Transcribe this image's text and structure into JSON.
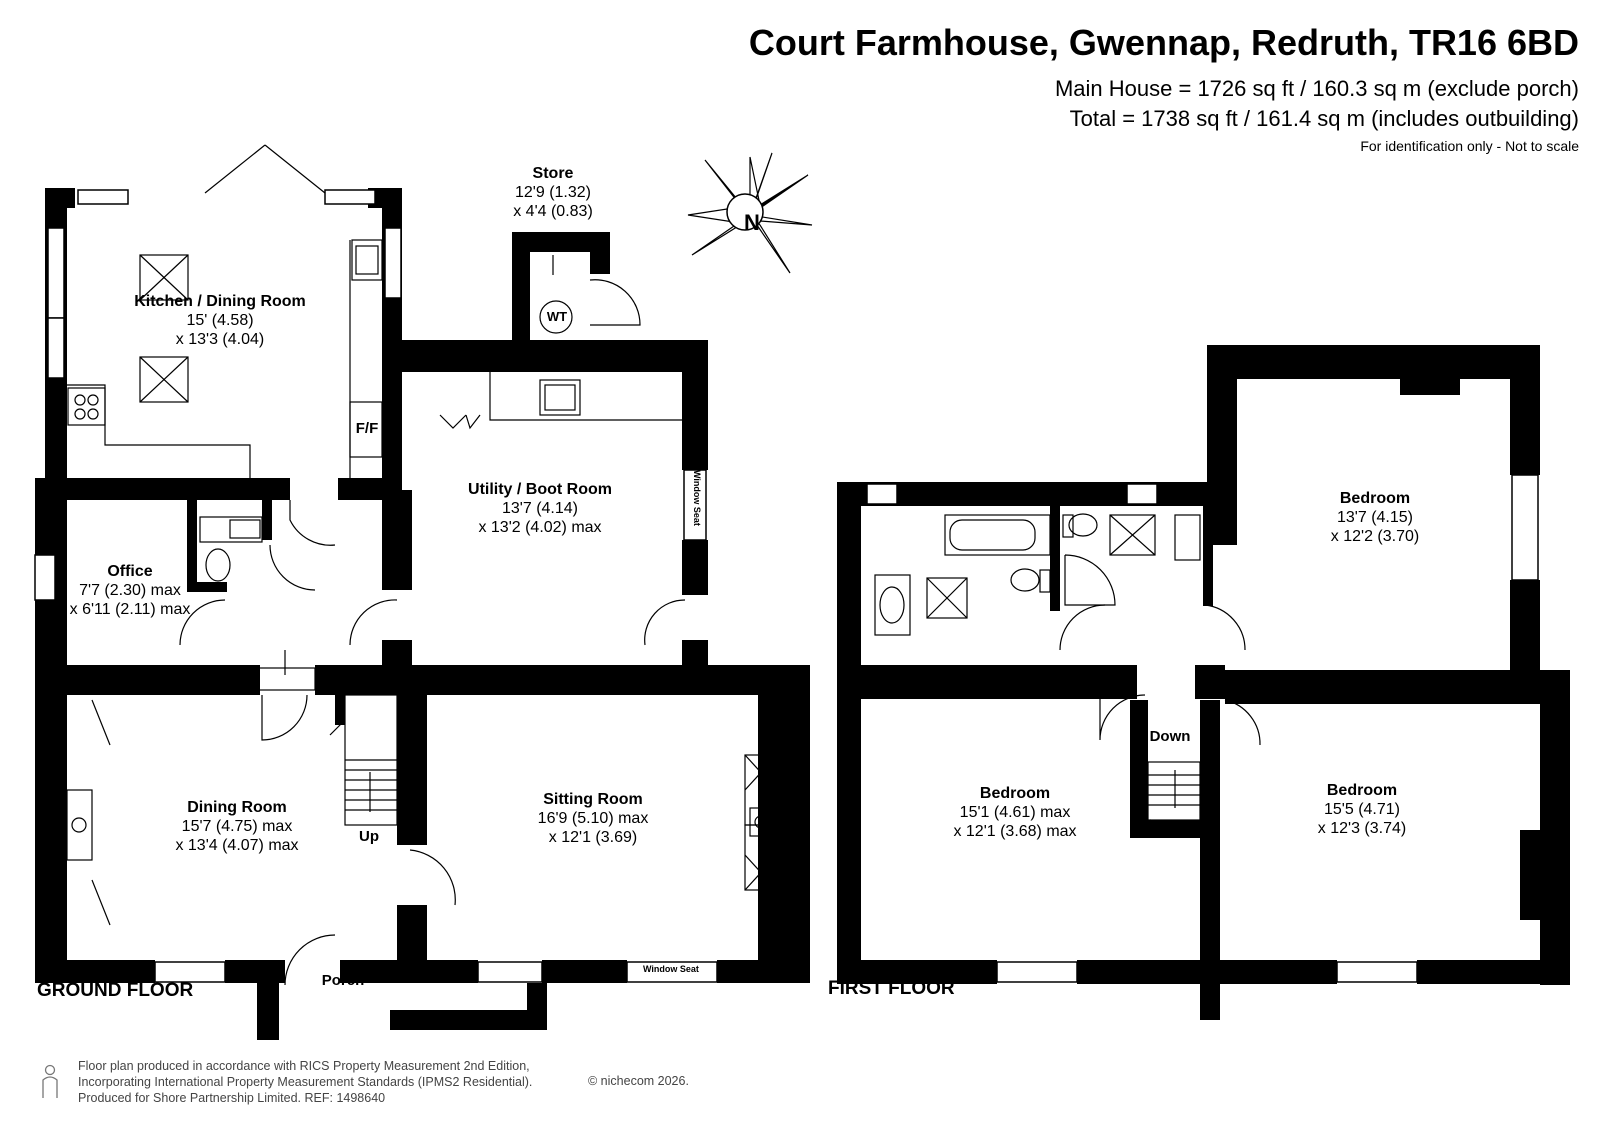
{
  "header": {
    "title": "Court Farmhouse, Gwennap, Redruth, TR16 6BD",
    "area_main": "Main House = 1726 sq ft / 160.3 sq m (exclude porch)",
    "area_total": "Total = 1738 sq ft / 161.4 sq m (includes outbuilding)",
    "note": "For identification only - Not to scale"
  },
  "floors": {
    "ground": "GROUND FLOOR",
    "first": "FIRST FLOOR"
  },
  "rooms": {
    "kitchen": {
      "name": "Kitchen / Dining Room",
      "dim1": "15' (4.58)",
      "dim2": "x 13'3 (4.04)"
    },
    "store": {
      "name": "Store",
      "dim1": "12'9 (1.32)",
      "dim2": "x 4'4 (0.83)"
    },
    "utility": {
      "name": "Utility / Boot Room",
      "dim1": "13'7 (4.14)",
      "dim2": "x 13'2 (4.02) max"
    },
    "office": {
      "name": "Office",
      "dim1": "7'7 (2.30) max",
      "dim2": "x 6'11 (2.11) max"
    },
    "dining": {
      "name": "Dining Room",
      "dim1": "15'7 (4.75) max",
      "dim2": "x 13'4 (4.07) max"
    },
    "sitting": {
      "name": "Sitting Room",
      "dim1": "16'9 (5.10) max",
      "dim2": "x 12'1 (3.69)"
    },
    "bed_rear": {
      "name": "Bedroom",
      "dim1": "13'7 (4.15)",
      "dim2": "x 12'2 (3.70)"
    },
    "bed_left": {
      "name": "Bedroom",
      "dim1": "15'1 (4.61) max",
      "dim2": "x 12'1 (3.68) max"
    },
    "bed_right": {
      "name": "Bedroom",
      "dim1": "15'5 (4.71)",
      "dim2": "x 12'3 (3.74)"
    }
  },
  "labels": {
    "porch": "Porch",
    "up": "Up",
    "down": "Down",
    "ff": "F/F",
    "wt": "WT",
    "window_seat": "Window Seat",
    "compass": "N"
  },
  "footer": {
    "line1": "Floor plan produced in accordance with RICS Property Measurement 2nd Edition,",
    "line2": "Incorporating International Property Measurement Standards (IPMS2 Residential).",
    "line3": "Produced for Shore Partnership Limited.   REF: 1498640",
    "brand": "© nichecom 2026."
  }
}
